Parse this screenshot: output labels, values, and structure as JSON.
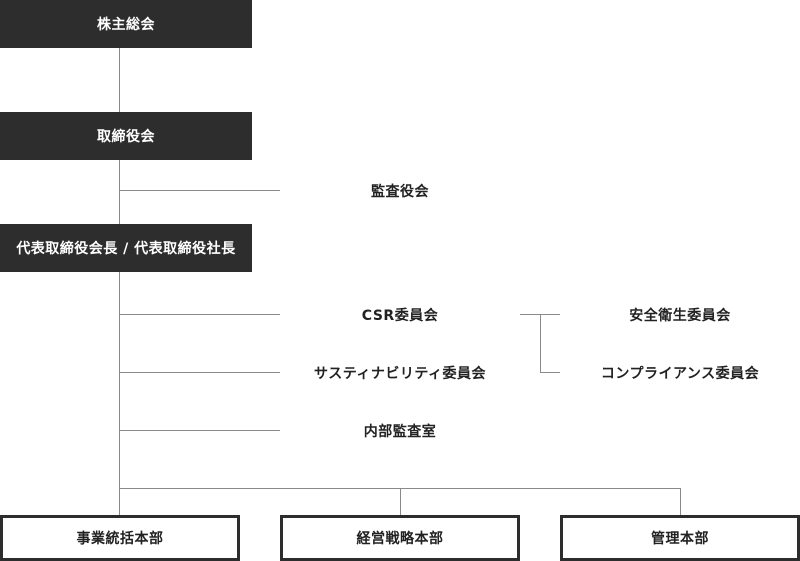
{
  "org": {
    "shareholders": "株主総会",
    "board": "取締役会",
    "auditors": "監査役会",
    "president": "代表取締役会長 / 代表取締役社長",
    "committees": [
      {
        "label": "CSR委員会"
      },
      {
        "label": "サスティナビリティ委員会"
      },
      {
        "label": "内部監査室"
      }
    ],
    "subcommittees": [
      {
        "label": "安全衛生委員会"
      },
      {
        "label": "コンプライアンス委員会"
      }
    ],
    "divisions": [
      {
        "label": "事業統括本部"
      },
      {
        "label": "経営戦略本部"
      },
      {
        "label": "管理本部"
      }
    ]
  },
  "colors": {
    "box_fill": "#2d2d2d",
    "box_text": "#ffffff",
    "line": "#8a8a8a",
    "text": "#222222"
  }
}
